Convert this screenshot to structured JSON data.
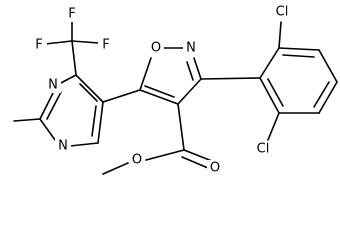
{
  "molecule": {
    "atom_labels": {
      "F1": "F",
      "F2": "F",
      "F3": "F",
      "N_pyr_top": "N",
      "N_pyr_bottom": "N",
      "O_isox": "O",
      "N_isox": "N",
      "Cl_top": "Cl",
      "Cl_bottom": "Cl",
      "O_carbonyl": "O",
      "O_ester": "O"
    },
    "colors": {
      "bond": "#000000",
      "label": "#000000",
      "background": "#ffffff"
    }
  }
}
